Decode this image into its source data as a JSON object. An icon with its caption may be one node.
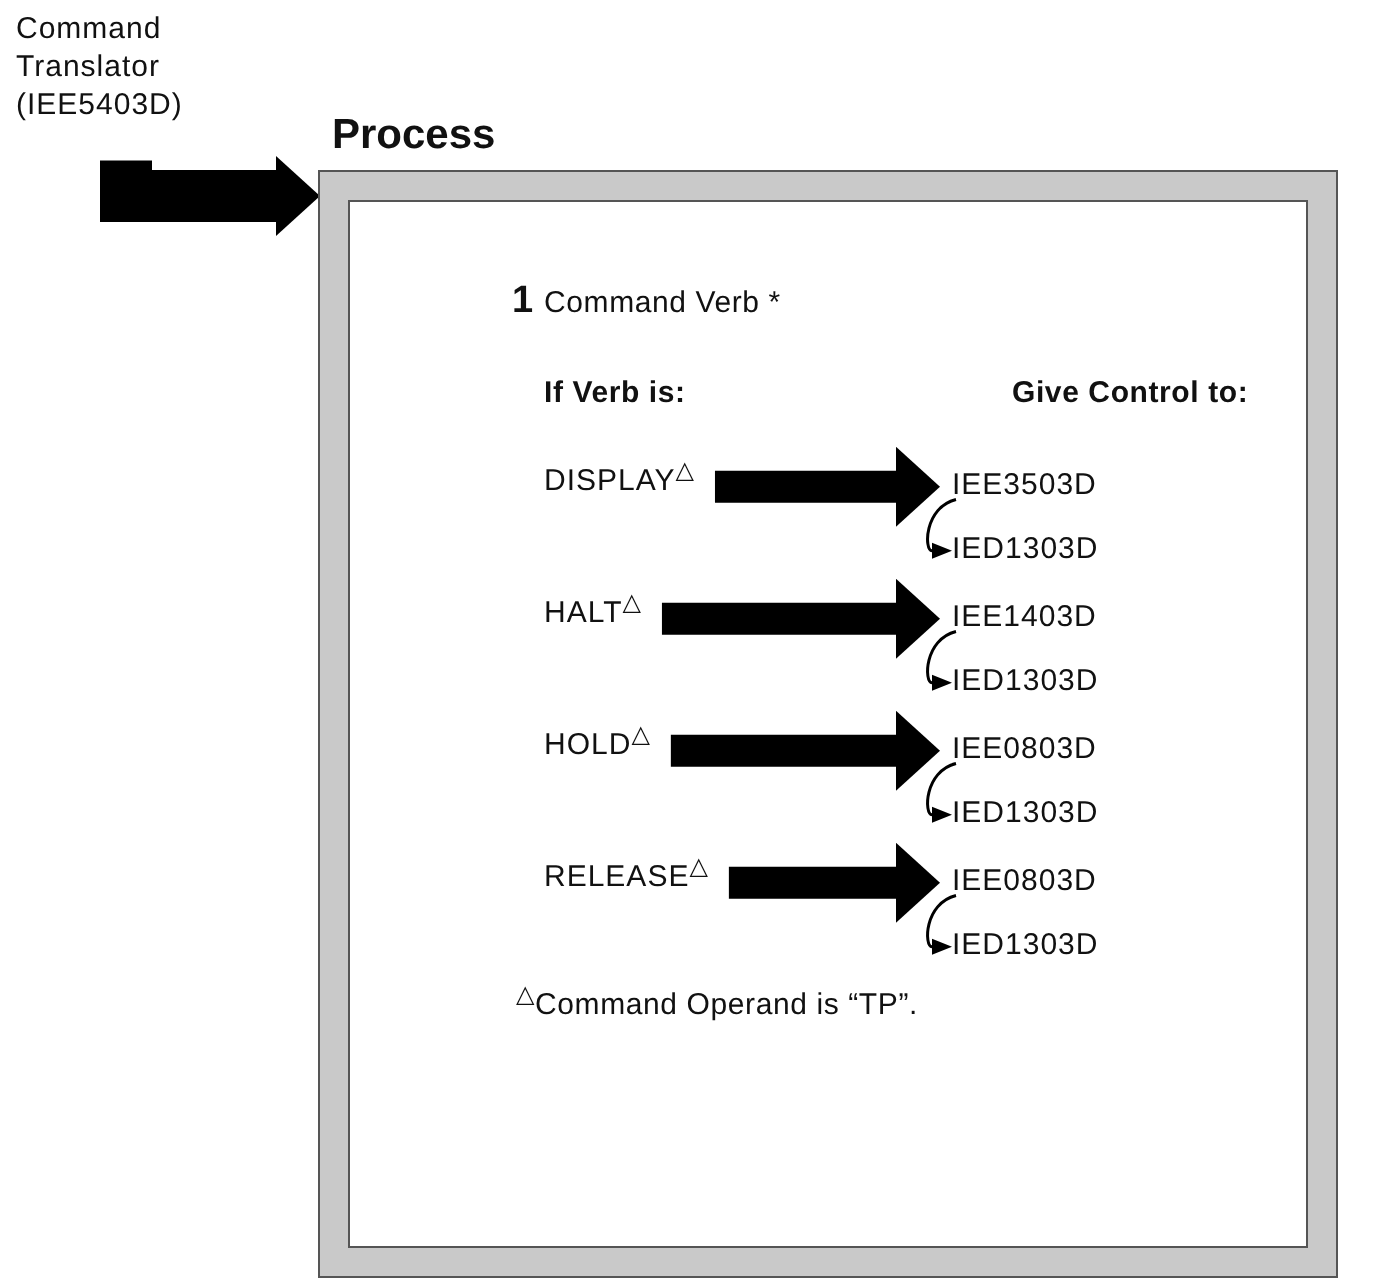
{
  "diagram": {
    "nodes": [
      {
        "text": [
          "Command Translator (IEE5403D)"
        ]
      },
      {
        "text": [
          "Process"
        ]
      },
      {
        "text": [
          "DISPLAY$^{△}$"
        ],
        "in": 1
      },
      {
        "text": [
          "IEE3503D"
        ],
        "in": 1
      },
      {
        "text": [
          "IED1303D"
        ],
        "in": 1
      },
      {
        "text": [
          "HALT$^{△}$"
        ],
        "in": 1
      },
      {
        "text": [
          "IEE1403D"
        ],
        "in": 1
      },
      {
        "text": [
          "IED1303D"
        ],
        "in": 1
      },
      {
        "text": [
          "HOLD$^{△}$"
        ],
        "in": 1
      },
      {
        "text": [
          "IEE0803D"
        ],
        "in": 1
      },
      {
        "text": [
          "IED1303D"
        ],
        "in": 1
      },
      {
        "text": [
          "RELEASE$^{△}$"
        ],
        "in": 1
      },
      {
        "text": [
          "IEE0803D"
        ],
        "in": 1
      },
      {
        "text": [
          "IED1303D"
        ],
        "in": 1
      }
    ],
    "edges": [
      {
        "from": 0,
        "to": 1,
        "arrow": "to"
      },
      {
        "from": 2,
        "to": 3,
        "arrow": "to"
      },
      {
        "from": 3,
        "to": 4,
        "arrow": "to"
      },
      {
        "from": 5,
        "to": 6,
        "arrow": "to"
      },
      {
        "from": 6,
        "to": 7,
        "arrow": "to"
      },
      {
        "from": 8,
        "to": 9,
        "arrow": "to"
      },
      {
        "from": 9,
        "to": 10,
        "arrow": "to"
      },
      {
        "from": 11,
        "to": 12,
        "arrow": "to"
      },
      {
        "from": 12,
        "to": 13,
        "arrow": "to"
      }
    ],
    "labels": [
      "1",
      "Command Verb *",
      "If Verb is:",
      "Give Control to:",
      "$^{△}$Command Operand is “TP”."
    ]
  }
}
